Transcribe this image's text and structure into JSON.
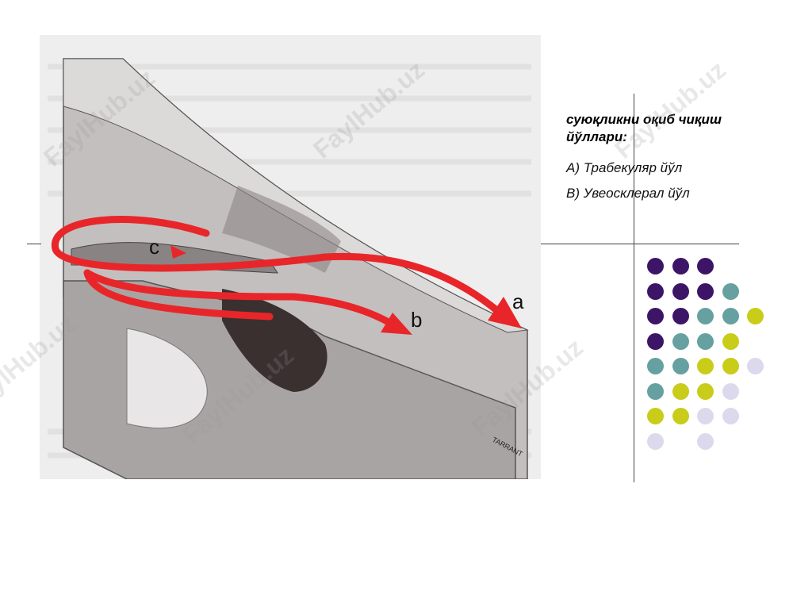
{
  "slide": {
    "title": "суюқликни оқиб чиқиш йўллари:",
    "items": [
      {
        "label": "А) Трабекуляр йўл"
      },
      {
        "label": "В) Увеосклерал йўл"
      }
    ]
  },
  "figure": {
    "arrow_labels": {
      "a": "a",
      "b": "b",
      "c": "c"
    },
    "artist_signature": "TARRANT",
    "colors": {
      "arrow": "#e8262a",
      "tissue": "#a9a4a4",
      "dark_tissue": "#3a3030"
    }
  },
  "decoration": {
    "dot_colors": {
      "purple": "#3d1566",
      "teal": "#67a0a0",
      "lime": "#c9cc19",
      "lavender": "#dcd9ec"
    },
    "dot_rows": [
      [
        "purple",
        "purple",
        "purple"
      ],
      [
        "purple",
        "purple",
        "purple",
        "teal"
      ],
      [
        "purple",
        "purple",
        "teal",
        "teal",
        "lime"
      ],
      [
        "purple",
        "teal",
        "teal",
        "lime"
      ],
      [
        "teal",
        "teal",
        "lime",
        "lime",
        "lavender"
      ],
      [
        "teal",
        "lime",
        "lime",
        "lavender"
      ],
      [
        "lime",
        "lime",
        "lavender",
        "lavender"
      ],
      [
        "lavender",
        "",
        "lavender"
      ]
    ]
  },
  "watermark": {
    "text": "FaylHub.uz"
  }
}
